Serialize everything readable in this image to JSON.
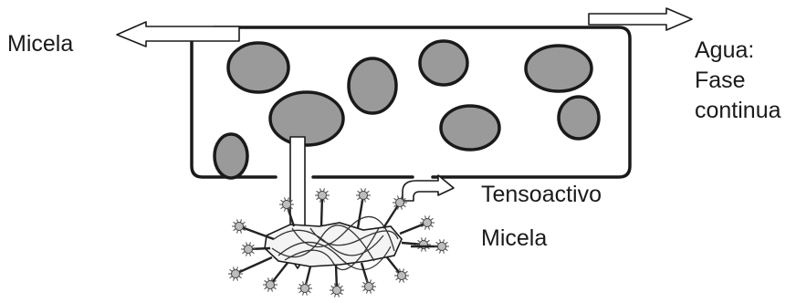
{
  "labels": {
    "micela_top": "Micela",
    "agua_line1": "Agua:",
    "agua_line2": "Fase",
    "agua_line3": "continua",
    "tensoactivo": "Tensoactivo",
    "micela_bottom": "Micela"
  },
  "colors": {
    "droplet_fill": "#9a9a9a",
    "outline": "#1a1a1a",
    "background": "#ffffff"
  },
  "diagram": {
    "container": "rounded-rectangle",
    "droplet_count": 8,
    "surfactant_count": 14,
    "icons": [
      "arrow-left-icon",
      "arrow-right-icon",
      "arrow-down-icon",
      "curved-arrow-icon",
      "micelle-icon"
    ]
  }
}
